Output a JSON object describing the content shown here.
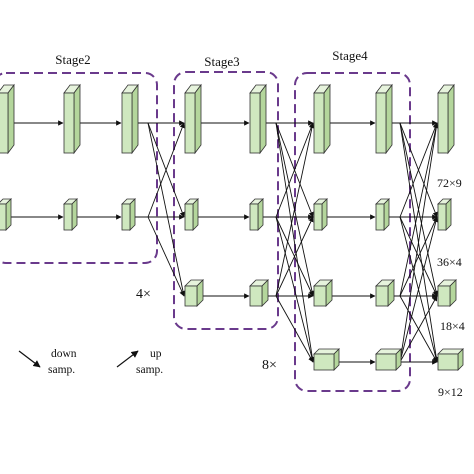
{
  "stages": [
    {
      "id": "stage2",
      "label": "Stage2"
    },
    {
      "id": "stage3",
      "label": "Stage3"
    },
    {
      "id": "stage4",
      "label": "Stage4"
    }
  ],
  "multipliers": [
    {
      "id": "mult-stage3",
      "text": "4×"
    },
    {
      "id": "mult-stage4",
      "text": "8×"
    }
  ],
  "resolutions": [
    {
      "id": "res-1",
      "text": "72×9"
    },
    {
      "id": "res-2",
      "text": "36×4"
    },
    {
      "id": "res-3",
      "text": "18×4"
    },
    {
      "id": "res-4",
      "text": "9×12"
    }
  ],
  "legend": {
    "down": {
      "line1": "down",
      "line2": "samp."
    },
    "up": {
      "line1": "up",
      "line2": "samp."
    }
  },
  "colors": {
    "block_front": "#cfe8bf",
    "block_side": "#b4d69c",
    "block_top": "#e6f3dc",
    "block_edge": "#333333",
    "stage_border": "#6a3a8c",
    "arrow": "#111111"
  }
}
